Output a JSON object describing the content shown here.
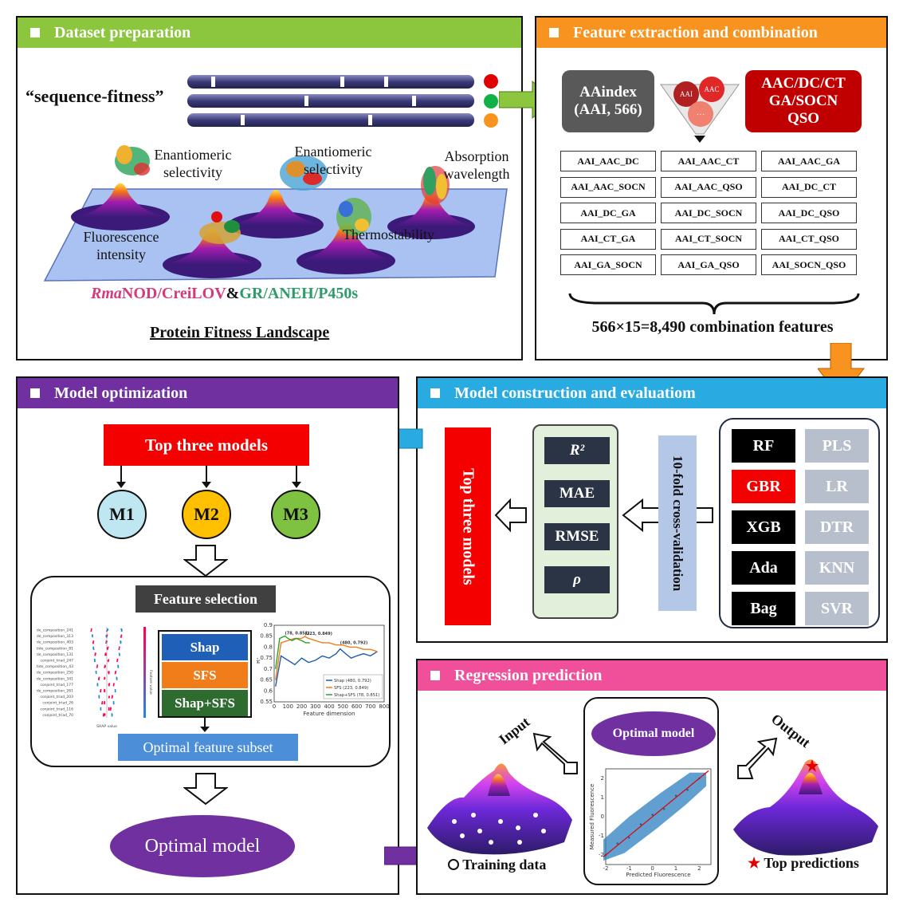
{
  "colors": {
    "green": "#8cc63f",
    "orange": "#f7931e",
    "purple": "#7030a0",
    "blue": "#29abe2",
    "magenta": "#f0509a",
    "red": "#e00000",
    "dark": "#111111",
    "grey": "#b8bfcc"
  },
  "dataset": {
    "title": "Dataset preparation",
    "seq_label": "“sequence-fitness”",
    "labels": {
      "enantio1": "Enantiomeric selectivity",
      "enantio2": "Enantiomeric selectivity",
      "absorption": "Absorption wavelength",
      "fluorescence": "Fluorescence intensity",
      "thermo": "Thermostability"
    },
    "proteins": {
      "rma": "Rma",
      "nod": "NOD/CreiLOV",
      "amp": "&",
      "gr": "GR/ANEH/P450s"
    },
    "landscape_label": "Protein Fitness Landscape"
  },
  "features": {
    "title": "Feature extraction and combination",
    "aaindex": "AAindex (AAI, 566)",
    "funnel_labels": {
      "aac": "AAC",
      "aai": "AAI",
      "dots": "···"
    },
    "descriptors": "AAC/DC/CT GA/SOCN QSO",
    "combos": [
      "AAI_AAC_DC",
      "AAI_AAC_CT",
      "AAI_AAC_GA",
      "AAI_AAC_SOCN",
      "AAI_AAC_QSO",
      "AAI_DC_CT",
      "AAI_DC_GA",
      "AAI_DC_SOCN",
      "AAI_DC_QSO",
      "AAI_CT_GA",
      "AAI_CT_SOCN",
      "AAI_CT_QSO",
      "AAI_GA_SOCN",
      "AAI_GA_QSO",
      "AAI_SOCN_QSO"
    ],
    "summary": "566×15=8,490 combination features"
  },
  "construction": {
    "title": "Model construction and evaluatiom",
    "top_three": "Top three models",
    "cv": "10-fold cross-validation",
    "metrics": [
      "R²",
      "MAE",
      "RMSE",
      "ρ"
    ],
    "models_left": [
      "RF",
      "GBR",
      "XGB",
      "Ada",
      "Bag"
    ],
    "models_right": [
      "PLS",
      "LR",
      "DTR",
      "KNN",
      "SVR"
    ]
  },
  "optimization": {
    "title": "Model optimization",
    "top_three": "Top three models",
    "m1": "M1",
    "m2": "M2",
    "m3": "M3",
    "feature_selection": "Feature selection",
    "methods": [
      "Shap",
      "SFS",
      "Shap+SFS"
    ],
    "optimal_subset": "Optimal feature subset",
    "optimal_model": "Optimal model",
    "shap_features": [
      "dipeptide_composition_241",
      "dipeptide_composition_313",
      "dipeptide_composition_403",
      "dipeptide_composition_81",
      "dipeptide_composition_131",
      "conjoint_triad_247",
      "dipeptide_composition_43",
      "dipeptide_composition_250",
      "dipeptide_composition_341",
      "conjoint_triad_177",
      "dipeptide_composition_261",
      "conjoint_triad_203",
      "conjoint_triad_26",
      "conjoint_triad_116",
      "conjoint_triad_70"
    ],
    "shap_xlabel": "SHAP value",
    "shap_colorbar": "Feature value",
    "curve_chart": {
      "type": "line",
      "xlabel": "Feature dimension",
      "ylabel": "R²",
      "xlim": [
        0,
        800
      ],
      "ylim": [
        0.55,
        0.9
      ],
      "xticks": [
        0,
        100,
        200,
        300,
        400,
        500,
        600,
        700,
        800
      ],
      "yticks": [
        0.55,
        0.6,
        0.65,
        0.7,
        0.75,
        0.8,
        0.85,
        0.9
      ],
      "annotations": [
        "(78, 0.851)",
        "(223, 0.849)",
        "(480, 0.792)"
      ],
      "legend": [
        "Shap (480, 0.792)",
        "SFS (223, 0.849)",
        "Shap+SFS (78, 0.851)"
      ],
      "series_colors": [
        "#1f5fa8",
        "#f07c1a",
        "#2ca02c"
      ]
    }
  },
  "chart_data": [
    {
      "type": "line",
      "title": "",
      "xlabel": "Feature dimension",
      "ylabel": "R²",
      "xlim": [
        0,
        800
      ],
      "ylim": [
        0.55,
        0.9
      ],
      "series": [
        {
          "name": "Shap (480, 0.792)",
          "x": [
            10,
            50,
            100,
            150,
            200,
            250,
            300,
            350,
            400,
            450,
            480,
            520,
            560,
            600,
            650,
            700,
            750
          ],
          "values": [
            0.62,
            0.76,
            0.74,
            0.72,
            0.75,
            0.73,
            0.74,
            0.76,
            0.75,
            0.77,
            0.792,
            0.77,
            0.75,
            0.76,
            0.77,
            0.76,
            0.78
          ]
        },
        {
          "name": "SFS (223, 0.849)",
          "x": [
            10,
            50,
            100,
            150,
            200,
            223,
            250,
            300,
            350,
            400,
            450,
            500,
            550,
            600,
            650,
            700,
            750
          ],
          "values": [
            0.65,
            0.82,
            0.83,
            0.84,
            0.84,
            0.849,
            0.84,
            0.83,
            0.82,
            0.82,
            0.81,
            0.81,
            0.8,
            0.8,
            0.79,
            0.79,
            0.78
          ]
        },
        {
          "name": "Shap+SFS (78, 0.851)",
          "x": [
            10,
            40,
            78,
            100,
            130,
            160,
            200,
            230,
            260
          ],
          "values": [
            0.7,
            0.84,
            0.851,
            0.84,
            0.83,
            0.84,
            0.83,
            0.82,
            0.82
          ]
        }
      ]
    },
    {
      "type": "scatter",
      "title": "",
      "xlabel": "Predicted Fluorescence",
      "ylabel": "Measured Fluorescence",
      "xlim": [
        -2,
        2.5
      ],
      "ylim": [
        -2.5,
        2.5
      ],
      "xticks": [
        -2,
        -1,
        0,
        1,
        2
      ],
      "yticks": [
        -2,
        -1,
        0,
        1,
        2
      ],
      "series": [
        {
          "x": [
            -2,
            -1.5,
            -1,
            -0.5,
            0,
            0.5,
            1,
            1.5,
            2
          ],
          "values": [
            -2,
            -1.4,
            -1.1,
            -0.4,
            0.1,
            0.4,
            1.1,
            1.4,
            2
          ]
        }
      ]
    }
  ],
  "regression": {
    "title": "Regression prediction",
    "input": "Input",
    "output": "Output",
    "optimal_model": "Optimal model",
    "training": "Training data",
    "top_predictions": "Top predictions",
    "scatter_xlabel": "Predicted Fluorescence",
    "scatter_ylabel": "Measured Fluorescence",
    "ticks": [
      "-2",
      "-1",
      "0",
      "1",
      "2"
    ]
  }
}
